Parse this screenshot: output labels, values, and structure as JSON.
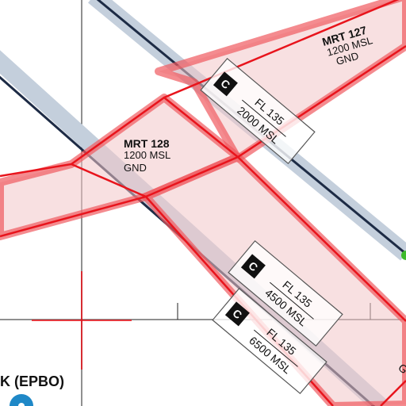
{
  "colors": {
    "airway_band": "#c4cfdc",
    "airway_line": "#1d2b45",
    "mrt_fill": "#f2c7c9",
    "mrt_edge": "#f05a5f",
    "mrt_line": "#e8141c",
    "grid_line": "#222222",
    "waypoint": "#3dbb2b",
    "airport": "#1f88c7"
  },
  "mrt_127": {
    "name": "MRT 127",
    "upper": "1200 MSL",
    "lower": "GND"
  },
  "mrt_128": {
    "name": "MRT 128",
    "upper": "1200 MSL",
    "lower": "GND"
  },
  "airway_box_1": {
    "icon": "C",
    "upper": "FL 135",
    "lower": "2000 MSL"
  },
  "airway_box_2": {
    "icon": "C",
    "upper": "FL 135",
    "lower": "4500 MSL"
  },
  "airway_box_3": {
    "icon": "C",
    "upper": "FL 135",
    "lower": "6500 MSL"
  },
  "airport_label": "K (EPBO)",
  "airport_edge_label": "G"
}
